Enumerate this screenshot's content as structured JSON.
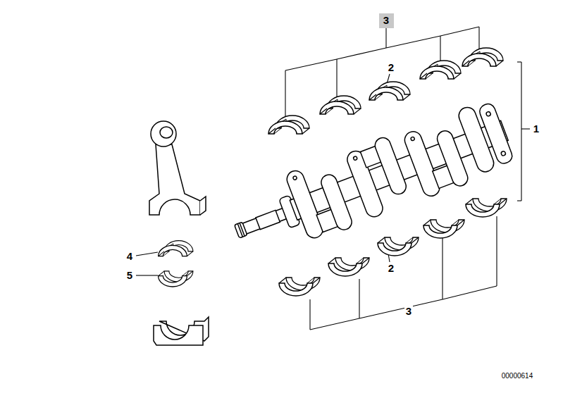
{
  "diagram": {
    "nodes": [
      {
        "text": [
          "3"
        ]
      }
    ],
    "labels": [
      "2",
      "1",
      "4",
      "5",
      "2",
      "3",
      "00000614"
    ]
  }
}
